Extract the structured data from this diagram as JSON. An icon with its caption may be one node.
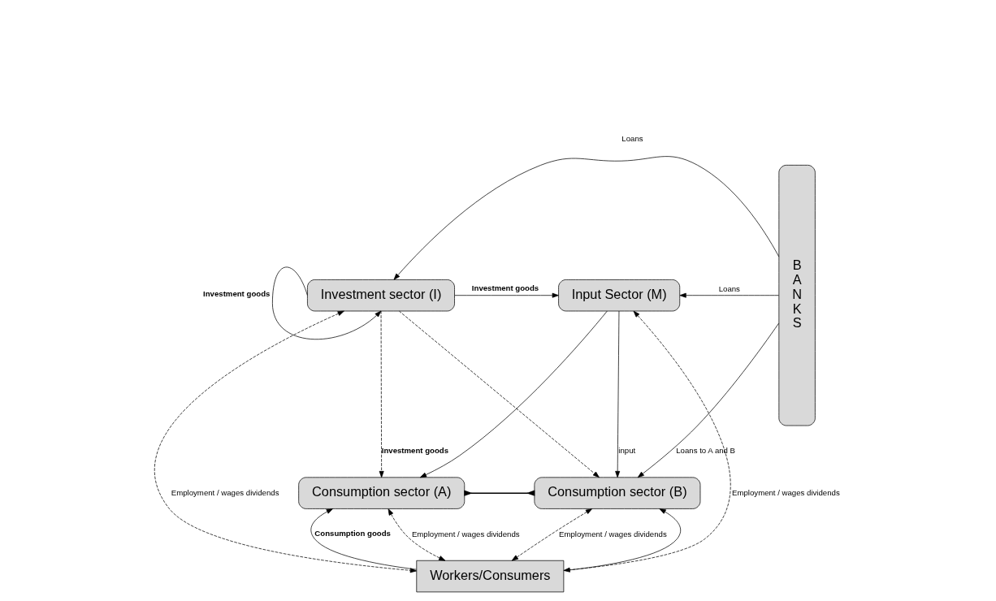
{
  "diagram": {
    "nodes": [
      {
        "text": [
          "Investment sector (I)"
        ]
      },
      {
        "text": [
          "Input Sector (M)"
        ]
      },
      {
        "text": [
          "Consumption sector (A)"
        ]
      },
      {
        "text": [
          "Consumption sector (B)"
        ]
      },
      {
        "text": [
          "Workers/Consumers"
        ]
      },
      {
        "text": [
          "BANKS"
        ]
      }
    ],
    "edges": [
      {
        "from": 5,
        "to": 0,
        "arrow": "to",
        "label": "Loans"
      },
      {
        "from": 5,
        "to": 1,
        "arrow": "to",
        "label": "Loans"
      },
      {
        "from": 5,
        "to": 3,
        "arrow": "to",
        "label": "Loans to A and B"
      },
      {
        "from": 0,
        "to": 1,
        "arrow": "to",
        "label": "Investment goods"
      },
      {
        "from": 0,
        "to": 0,
        "arrow": "to",
        "label": "Investment goods"
      },
      {
        "from": 0,
        "to": 2,
        "arrow": "to",
        "label": "Investment goods",
        "style": "dashed"
      },
      {
        "from": 0,
        "to": 3,
        "arrow": "to",
        "style": "dashed"
      },
      {
        "from": 1,
        "to": 2,
        "arrow": "to"
      },
      {
        "from": 1,
        "to": 3,
        "arrow": "to",
        "label": "input"
      },
      {
        "from": 2,
        "to": 3,
        "arrow": "other"
      },
      {
        "from": 4,
        "to": 0,
        "arrow": "both",
        "label": "Employment / wages dividends",
        "style": "dashed"
      },
      {
        "from": 4,
        "to": 2,
        "arrow": "both",
        "label": "Employment / wages dividends",
        "style": "dashed"
      },
      {
        "from": 4,
        "to": 2,
        "arrow": "to",
        "label": "Consumption goods"
      },
      {
        "from": 4,
        "to": 3,
        "arrow": "to"
      },
      {
        "from": 4,
        "to": 3,
        "arrow": "both",
        "label": "Employment / wages dividends",
        "style": "dashed"
      },
      {
        "from": 4,
        "to": 1,
        "arrow": "both",
        "label": "Employment / wages dividends",
        "style": "dashed"
      }
    ]
  }
}
